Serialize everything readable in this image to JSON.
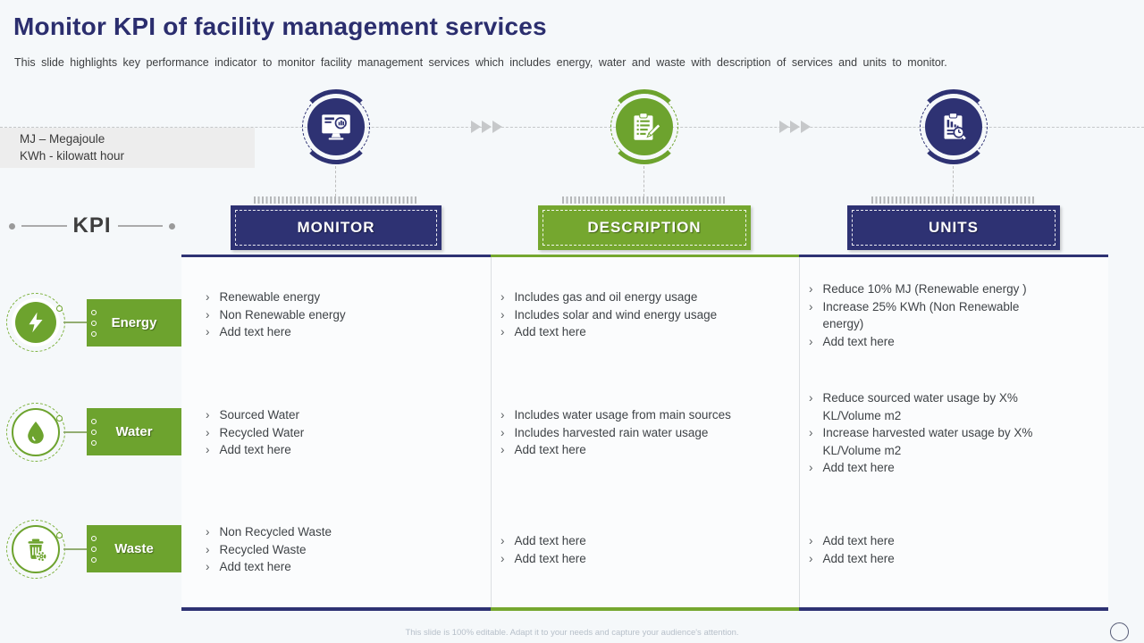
{
  "title": "Monitor KPI of facility management services",
  "subtitle": "This slide highlights key performance indicator to monitor facility management services which includes energy, water and waste with description of services and units to monitor.",
  "legend": {
    "line1": "MJ – Megajoule",
    "line2": "KWh - kilowatt hour"
  },
  "kpi_label": "KPI",
  "bullet": "›",
  "columns": [
    "MONITOR",
    "DESCRIPTION",
    "UNITS"
  ],
  "steps": [
    "monitor-analytics-icon",
    "clipboard-checklist-icon",
    "report-search-icon"
  ],
  "rows": [
    {
      "label": "Energy",
      "icon": "lightning-icon",
      "monitor": [
        "Renewable energy",
        "Non Renewable energy",
        "Add text here"
      ],
      "description": [
        "Includes gas and oil energy usage",
        "Includes solar and wind energy usage",
        "Add text here"
      ],
      "units": [
        "Reduce 10% MJ (Renewable energy )",
        "Increase 25% KWh (Non Renewable energy)",
        "Add text here"
      ]
    },
    {
      "label": "Water",
      "icon": "water-drop-icon",
      "monitor": [
        "Sourced Water",
        "Recycled Water",
        "Add text here"
      ],
      "description": [
        "Includes water usage from main sources",
        "Includes harvested rain water usage",
        "Add text here"
      ],
      "units": [
        "Reduce sourced water usage by X% KL/Volume m2",
        "Increase harvested water usage by X% KL/Volume m2",
        "Add text here"
      ]
    },
    {
      "label": "Waste",
      "icon": "trash-gear-icon",
      "monitor": [
        "Non Recycled Waste",
        "Recycled Waste",
        "Add text here"
      ],
      "description": [
        "Add text here",
        "Add text here"
      ],
      "units": [
        "Add text here",
        "Add text here"
      ]
    }
  ],
  "footer": "This slide is 100% editable. Adapt it to your needs and capture your audience's attention.",
  "colors": {
    "navy": "#2e3273",
    "green": "#75a72f",
    "row_green": "#6da32e",
    "text": "#3f4347",
    "legend_bg": "#ededed"
  }
}
